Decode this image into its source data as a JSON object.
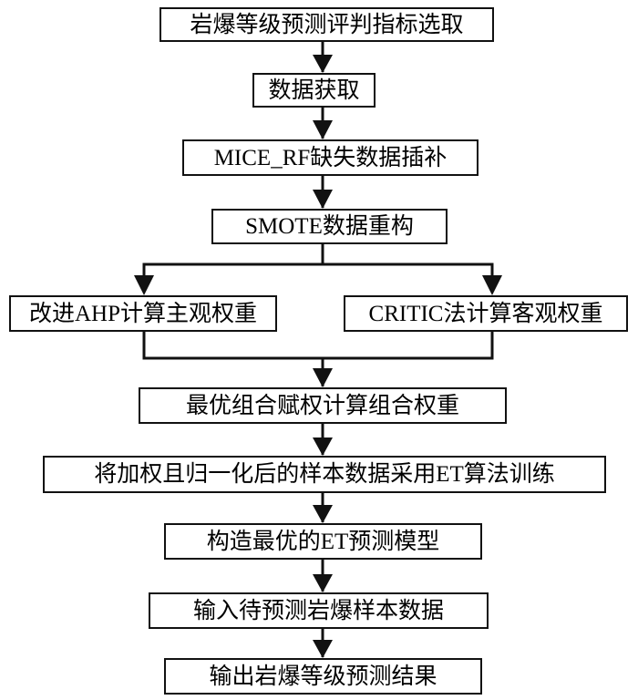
{
  "flowchart": {
    "steps": {
      "s1": "岩爆等级预测评判指标选取",
      "s2": "数据获取",
      "s3": "MICE_RF缺失数据插补",
      "s4": "SMOTE数据重构",
      "s5a": "改进AHP计算主观权重",
      "s5b": "CRITIC法计算客观权重",
      "s6": "最优组合赋权计算组合权重",
      "s7": "将加权且归一化后的样本数据采用ET算法训练",
      "s8": "构造最优的ET预测模型",
      "s9": "输入待预测岩爆样本数据",
      "s10": "输出岩爆等级预测结果"
    },
    "edges": [
      [
        "s1",
        "s2"
      ],
      [
        "s2",
        "s3"
      ],
      [
        "s3",
        "s4"
      ],
      [
        "s4",
        "s5a"
      ],
      [
        "s4",
        "s5b"
      ],
      [
        "s5a",
        "s6"
      ],
      [
        "s5b",
        "s6"
      ],
      [
        "s6",
        "s7"
      ],
      [
        "s7",
        "s8"
      ],
      [
        "s8",
        "s9"
      ],
      [
        "s9",
        "s10"
      ]
    ],
    "colors": {
      "line": "#111111",
      "box_fill": "#ffffff",
      "text": "#000000"
    }
  }
}
